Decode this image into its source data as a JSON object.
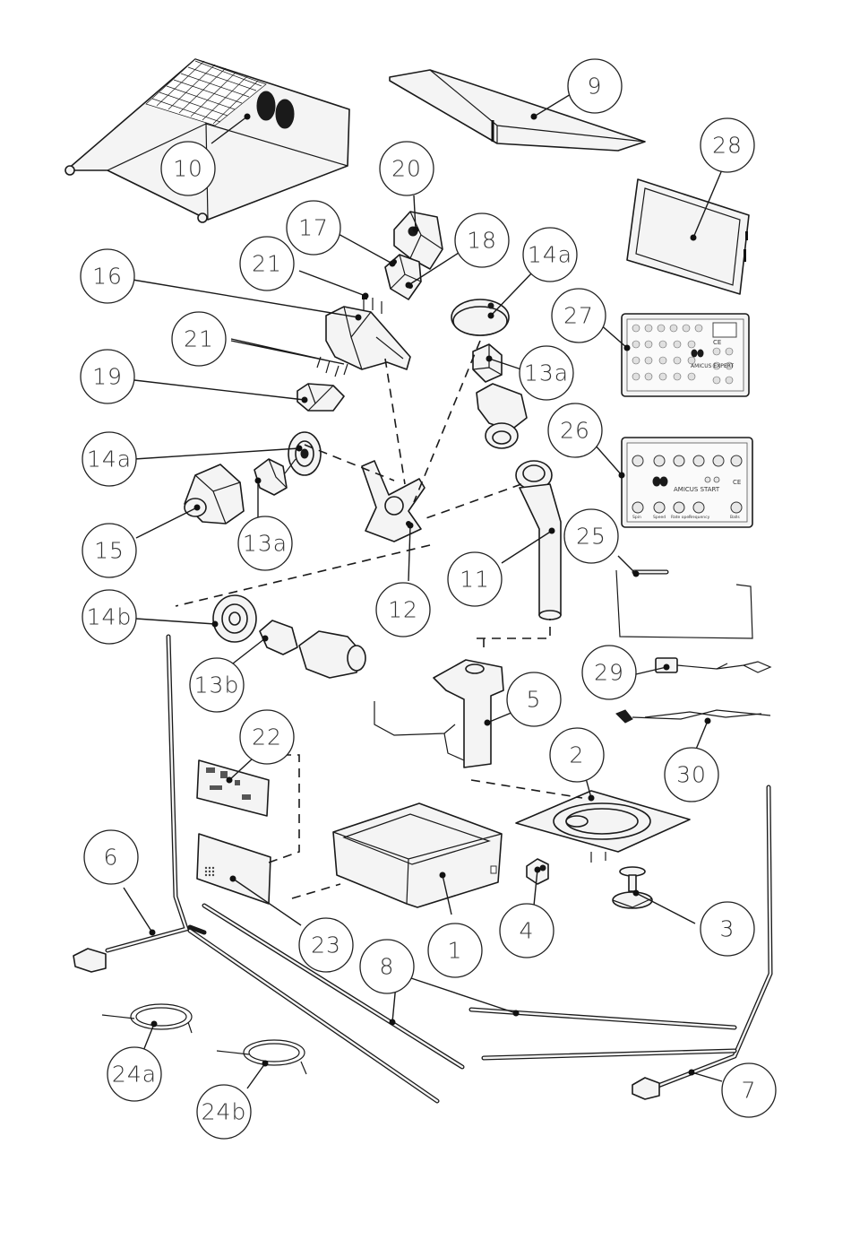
{
  "parts": [
    {
      "label": "1"
    },
    {
      "label": "2"
    },
    {
      "label": "3"
    },
    {
      "label": "4"
    },
    {
      "label": "5"
    },
    {
      "label": "6"
    },
    {
      "label": "7"
    },
    {
      "label": "8"
    },
    {
      "label": "9"
    },
    {
      "label": "10"
    },
    {
      "label": "11"
    },
    {
      "label": "12"
    },
    {
      "label": "13a"
    },
    {
      "label": "13a"
    },
    {
      "label": "13b"
    },
    {
      "label": "14a"
    },
    {
      "label": "14a"
    },
    {
      "label": "14b"
    },
    {
      "label": "15"
    },
    {
      "label": "16"
    },
    {
      "label": "17"
    },
    {
      "label": "18"
    },
    {
      "label": "19"
    },
    {
      "label": "20"
    },
    {
      "label": "21"
    },
    {
      "label": "21"
    },
    {
      "label": "22"
    },
    {
      "label": "23"
    },
    {
      "label": "24a"
    },
    {
      "label": "24b"
    },
    {
      "label": "25"
    },
    {
      "label": "26"
    },
    {
      "label": "27"
    },
    {
      "label": "28"
    },
    {
      "label": "29"
    },
    {
      "label": "30"
    }
  ],
  "panel26": {
    "brand": "AMICUS START",
    "ce": "CE",
    "knobs_bottom": [
      "Spin",
      "Speed",
      "Rate open",
      "Frequency",
      "Balls"
    ]
  },
  "panel27": {
    "brand": "AMICUS EXPERT",
    "ce": "CE"
  }
}
